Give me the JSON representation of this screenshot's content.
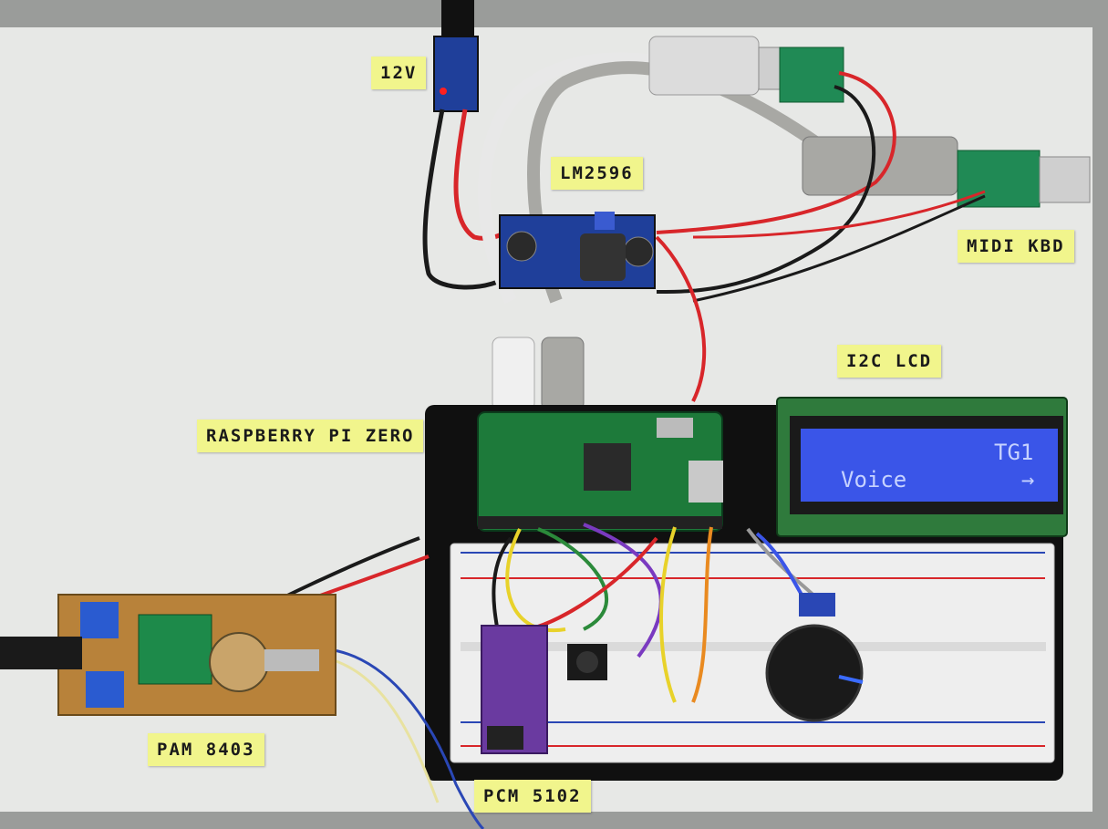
{
  "labels": {
    "v12": "12V",
    "lm2596": "LM2596",
    "midi_kbd": "MIDI KBD",
    "i2c_lcd": "I2C LCD",
    "rpi_zero": "RASPBERRY PI ZERO",
    "pam8403": "PAM 8403",
    "pcm5102": "PCM 5102"
  },
  "lcd": {
    "line1": "TG1",
    "line2_left": "Voice",
    "line2_right": "→"
  },
  "colors": {
    "board": "#e7e8e6",
    "label": "#f1f58c",
    "lcd_screen": "#3a55e8",
    "lcd_pcb": "#2f7a3c",
    "pi_pcb": "#1d7a3a",
    "dac": "#6a3aa0",
    "wire_red": "#d8262a",
    "wire_black": "#1a1a1a"
  }
}
